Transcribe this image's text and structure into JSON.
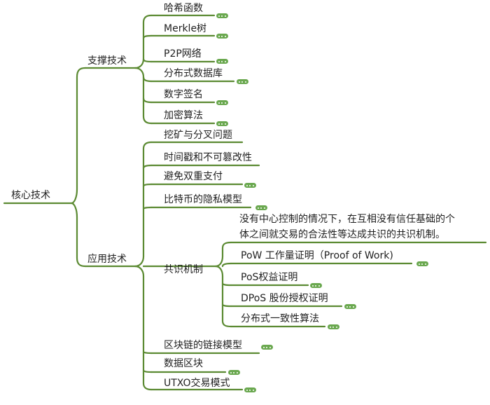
{
  "root": {
    "label": "核心技术"
  },
  "branches": [
    {
      "label": "支撑技术",
      "children": [
        {
          "label": "哈希函数"
        },
        {
          "label": "Merkle树"
        },
        {
          "label": "P2P网络"
        },
        {
          "label": "分布式数据库"
        },
        {
          "label": "数字签名"
        },
        {
          "label": "加密算法"
        }
      ]
    },
    {
      "label": "应用技术",
      "children": [
        {
          "label": "挖矿与分叉问题"
        },
        {
          "label": "时间戳和不可篡改性"
        },
        {
          "label": "避免双重支付"
        },
        {
          "label": "比特币的隐私模型"
        },
        {
          "label": "共识机制",
          "description_lines": [
            "没有中心控制的情况下，在互相没有信任基础的个",
            "体之间就交易的合法性等达成共识的共识机制。"
          ],
          "children": [
            {
              "label": "PoW 工作量证明（Proof of Work)"
            },
            {
              "label": "PoS权益证明"
            },
            {
              "label": "DPoS 股份授权证明"
            },
            {
              "label": "分布式一致性算法"
            }
          ]
        },
        {
          "label": "区块链的链接模型"
        },
        {
          "label": "数据区块"
        },
        {
          "label": "UTXO交易模式"
        }
      ]
    }
  ],
  "colors": {
    "line": "#5b8a32",
    "button": "#6aa84f",
    "text": "#1f1f1f"
  }
}
